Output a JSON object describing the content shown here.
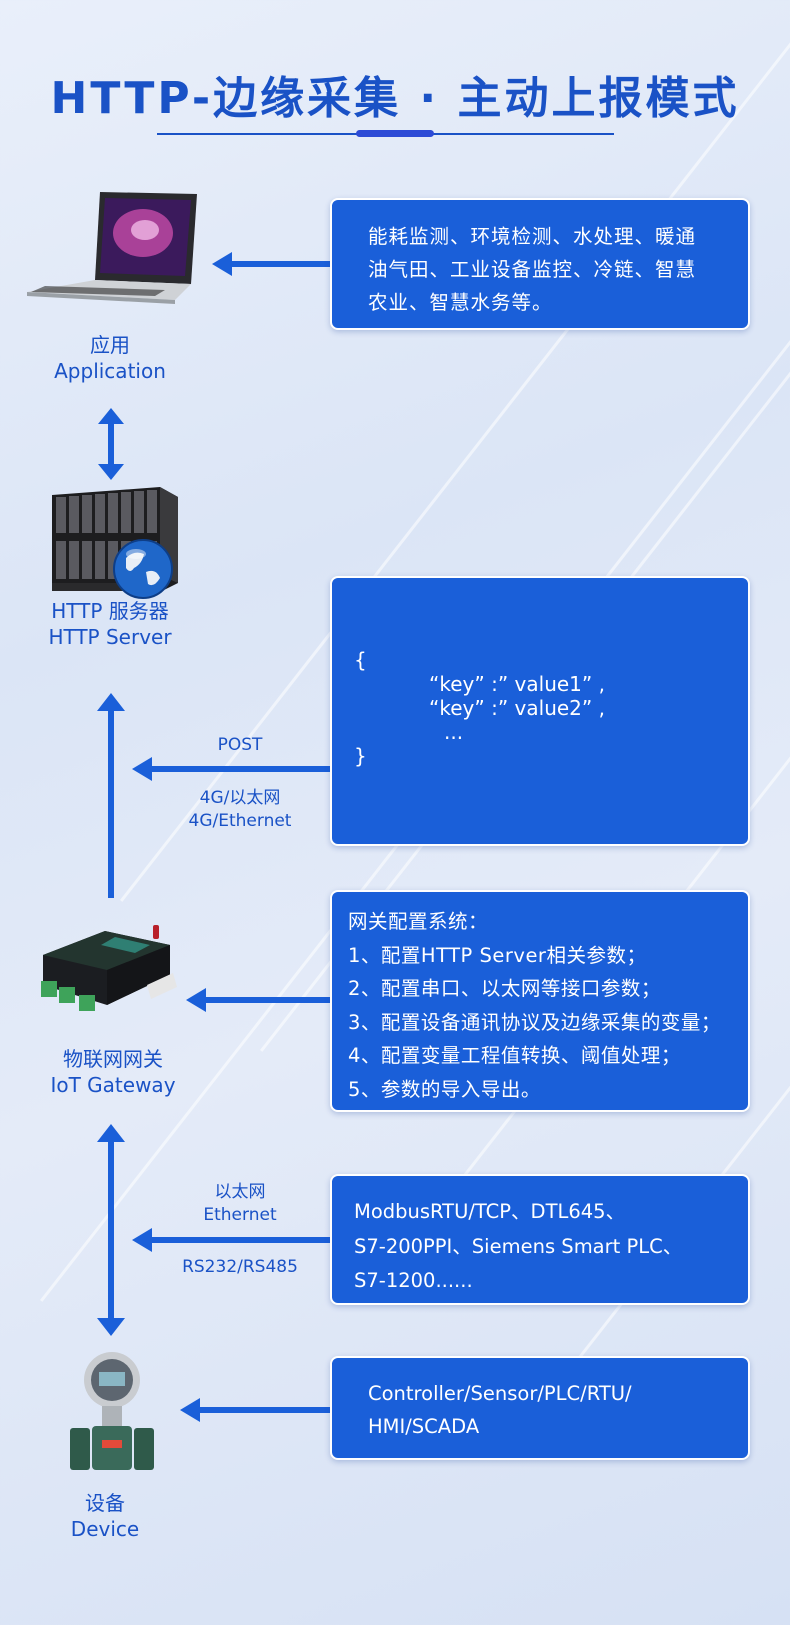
{
  "title": "HTTP-边缘采集 · 主动上报模式",
  "nodes": {
    "application": {
      "zh": "应用",
      "en": "Application"
    },
    "server": {
      "zh": "HTTP 服务器",
      "en": "HTTP Server"
    },
    "gateway": {
      "zh": "物联网网关",
      "en": "IoT Gateway"
    },
    "device": {
      "zh": "设备",
      "en": "Device"
    }
  },
  "cards": {
    "application": [
      "能耗监测、环境检测、水处理、暖通",
      "油气田、工业设备监控、冷链、智慧",
      "农业、智慧水务等。"
    ],
    "payload": {
      "open": "{",
      "items": [
        "“key” :” value1” ,",
        "“key” :” value2” ,"
      ],
      "ellipsis": "...",
      "close": "}"
    },
    "gateway_config": [
      "网关配置系统：",
      "1、配置HTTP Server相关参数；",
      "2、配置串口、以太网等接口参数；",
      "3、配置设备通讯协议及边缘采集的变量；",
      "4、配置变量工程值转换、阈值处理；",
      "5、参数的导入导出。"
    ],
    "protocols": [
      "ModbusRTU/TCP、DTL645、",
      "S7-200PPI、Siemens Smart PLC、",
      "S7-1200......"
    ],
    "devices": [
      "Controller/Sensor/PLC/RTU/",
      "HMI/SCADA"
    ]
  },
  "links": {
    "post": {
      "method": "POST",
      "zh": "4G/以太网",
      "en": "4G/Ethernet"
    },
    "ethernet": {
      "zh": "以太网",
      "en": "Ethernet",
      "serial": "RS232/RS485"
    }
  },
  "colors": {
    "primary": "#1a5fd9",
    "title": "#1a52c6",
    "arrow": "#1a5fd9"
  },
  "icons": [
    "laptop-icon",
    "server-rack-icon",
    "globe-icon",
    "gateway-device-icon",
    "flowmeter-icon"
  ]
}
